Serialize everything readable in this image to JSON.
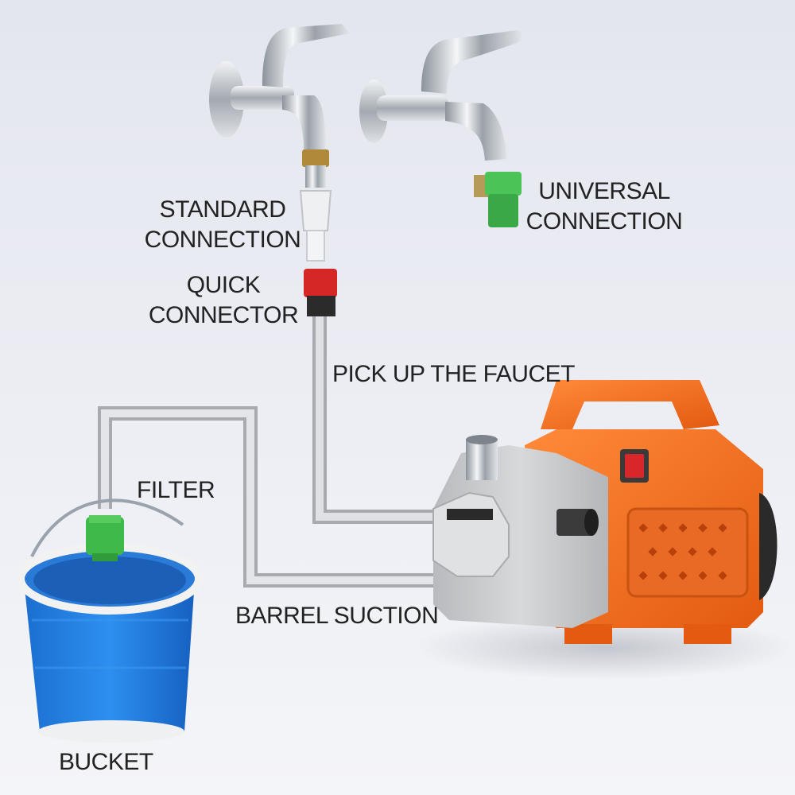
{
  "labels": {
    "standard_connection": [
      "STANDARD",
      "CONNECTION"
    ],
    "quick_connector": [
      "QUICK",
      "CONNECTOR"
    ],
    "universal_connection": [
      "UNIVERSAL",
      "CONNECTION"
    ],
    "pick_up_faucet": "PICK UP THE FAUCET",
    "filter": "FILTER",
    "barrel_suction": "BARREL SUCTION",
    "bucket": "BUCKET"
  },
  "colors": {
    "background": "#e9ebf3",
    "hose": "#c8cace",
    "pump_orange": "#f0681e",
    "pump_gray": "#c9cacc",
    "bucket_blue": "#1f7ee0",
    "connector_green": "#3fb94a",
    "quick_red": "#d92a2a",
    "chrome": "#c6ccd2"
  },
  "icons": [
    "faucet-icon",
    "faucet-icon",
    "connector-icon",
    "pump-icon",
    "bucket-icon",
    "filter-icon"
  ]
}
